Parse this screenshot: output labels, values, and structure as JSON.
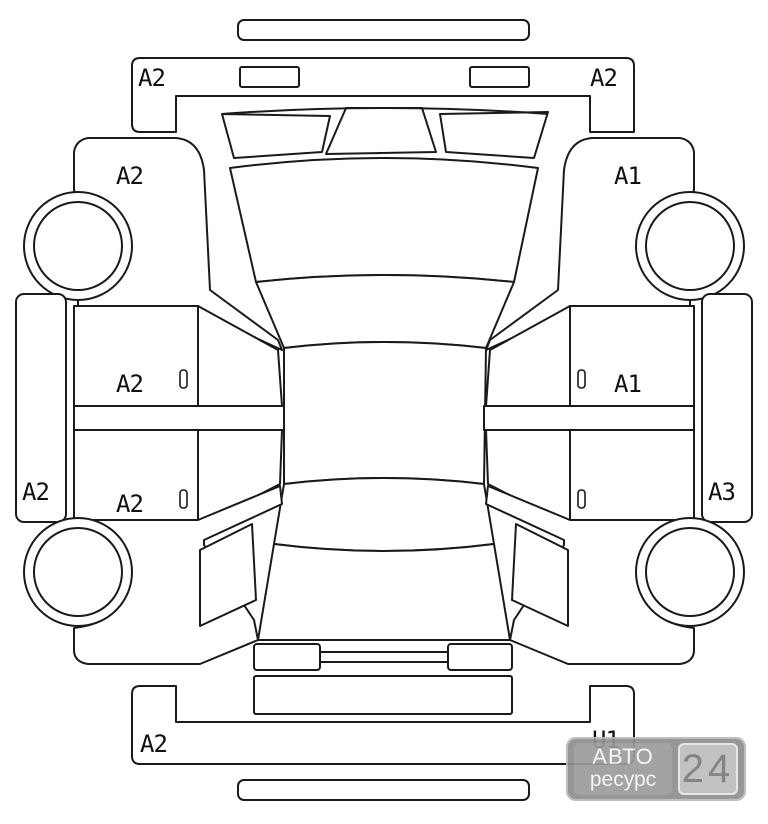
{
  "damage_codes": {
    "front_bumper_left": "A2",
    "front_bumper_right": "A2",
    "front_fender_left": "A2",
    "front_fender_right": "A1",
    "front_door_left": "A2",
    "front_door_right": "A1",
    "rear_door_left": "A2",
    "rocker_left": "A2",
    "rocker_right": "A3",
    "rear_bumper_left": "A2",
    "rear_bumper_right": "U1"
  },
  "watermark": {
    "line1": "АВТО",
    "line2": "ресурс",
    "number": "24"
  }
}
